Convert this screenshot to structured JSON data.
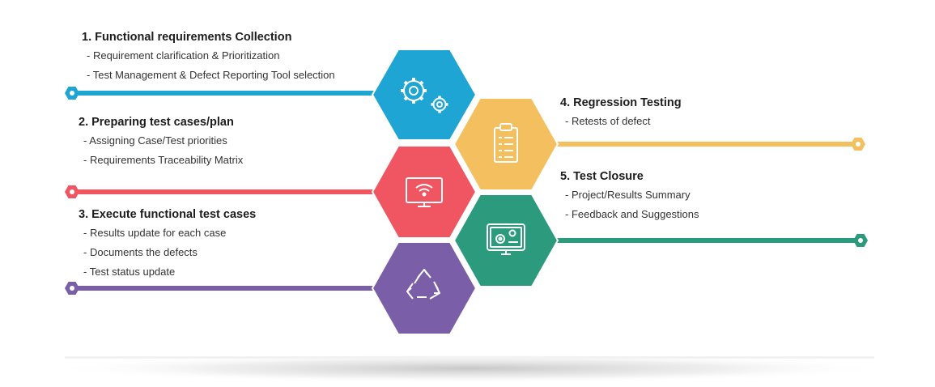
{
  "colors": {
    "blue": "#1ea5d4",
    "red": "#ef5661",
    "purple": "#7b5ea8",
    "yellow": "#f4bf5e",
    "teal": "#2c9a7d"
  },
  "steps": [
    {
      "title": "1. Functional requirements Collection",
      "items": [
        "Requirement clarification & Prioritization",
        "Test Management & Defect Reporting Tool selection"
      ],
      "icon": "gears-icon"
    },
    {
      "title": "2. Preparing test cases/plan",
      "items": [
        "Assigning Case/Test priorities",
        "Requirements Traceability Matrix"
      ],
      "icon": "monitor-wifi-icon"
    },
    {
      "title": "3. Execute functional test cases",
      "items": [
        "Results update for each case",
        "Documents the defects",
        "Test status update"
      ],
      "icon": "recycle-icon"
    },
    {
      "title": "4. Regression Testing",
      "items": [
        "Retests of defect"
      ],
      "icon": "clipboard-checklist-icon"
    },
    {
      "title": "5. Test Closure",
      "items": [
        "Project/Results Summary",
        "Feedback and Suggestions"
      ],
      "icon": "monitor-settings-icon"
    }
  ]
}
